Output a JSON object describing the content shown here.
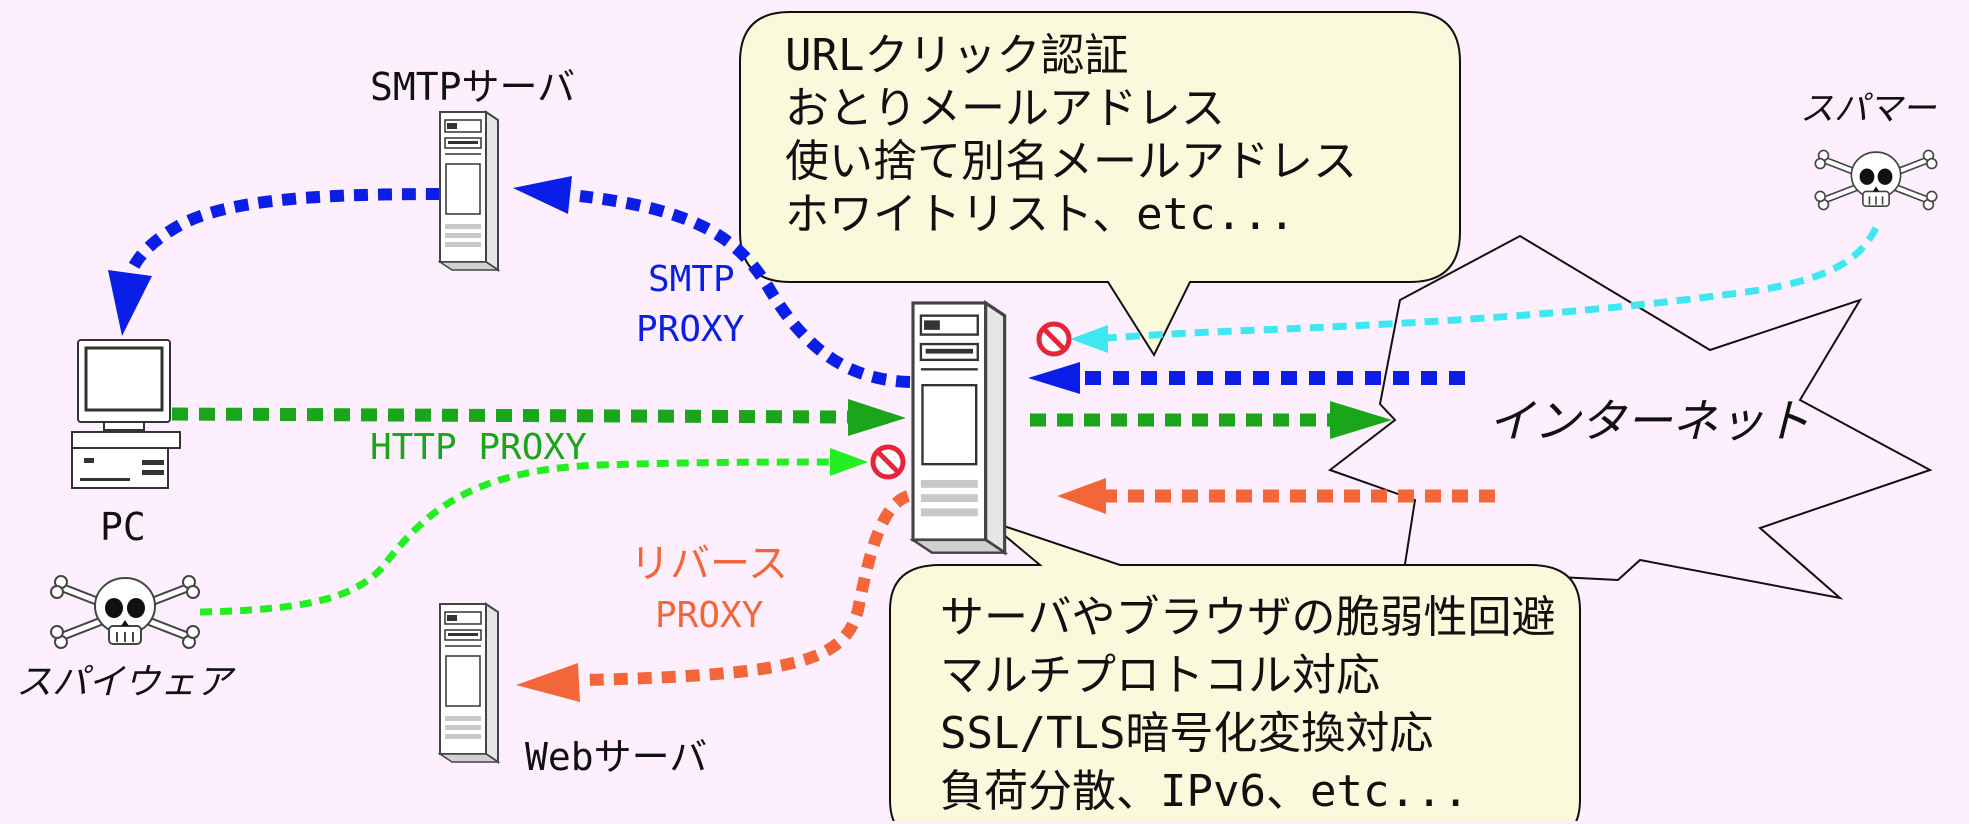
{
  "nodes": {
    "smtp_server_label": "SMTPサーバ",
    "pc_label": "PC",
    "web_server_label": "Webサーバ",
    "spywear_label": "スパイウェア",
    "spammer_label": "スパマー",
    "internet_label": "インターネット"
  },
  "links": {
    "smtp_proxy_line1": "SMTP",
    "smtp_proxy_line2": "PROXY",
    "http_proxy": "HTTP PROXY",
    "reverse_proxy_line1": "リバース",
    "reverse_proxy_line2": "PROXY"
  },
  "callouts": {
    "top": [
      "URLクリック認証",
      "おとりメールアドレス",
      "使い捨て別名メールアドレス",
      "ホワイトリスト、etc..."
    ],
    "bottom": [
      "サーバやブラウザの脆弱性回避",
      "マルチプロトコル対応",
      "SSL/TLS暗号化変換対応",
      "負荷分散、IPv6、etc..."
    ]
  },
  "colors": {
    "background": "#fdeffd",
    "smtp": "#0a1ee8",
    "http": "#1aa51a",
    "spyware": "#22ee22",
    "spam": "#3fe8f0",
    "reverse": "#f2663a",
    "callout_fill": "#fbf9dc",
    "block": "#e8243a"
  },
  "icons": [
    "server-icon",
    "pc-icon",
    "skull-crossbones-icon",
    "no-entry-icon",
    "cloud-burst-icon"
  ]
}
